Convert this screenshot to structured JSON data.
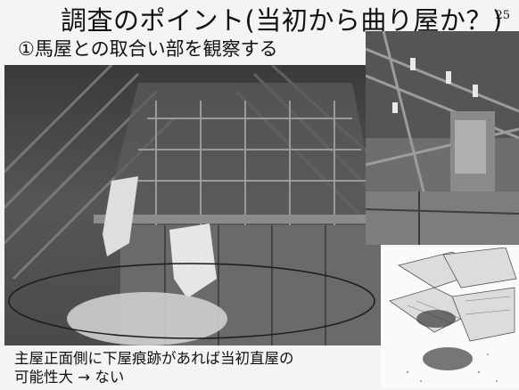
{
  "slide": {
    "title": "調査のポイント(当初から曲り屋か？)",
    "page_number": "25",
    "subtitle": "①馬屋との取合い部を観察する",
    "caption_line1": "主屋正面側に下屋痕跡があれば当初直屋の",
    "caption_line2": "可能性大 → ない"
  },
  "figures": {
    "main_photo_icon": "attic-photo",
    "detail_photo_icon": "roof-structure-photo",
    "diagram_icon": "axonometric-diagram",
    "highlight_color": "#1a1a1a"
  }
}
